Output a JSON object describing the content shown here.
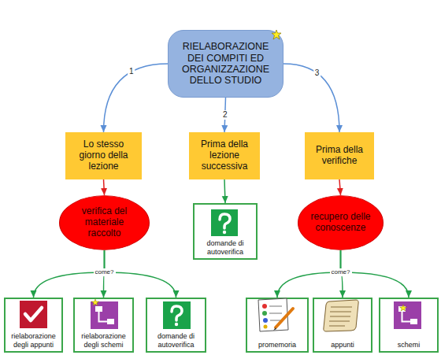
{
  "diagram": {
    "nodes": [
      {
        "text": [
          "RIELABORAZIONE DEI COMPITI ED ORGANIZZAZIONE DELLO STUDIO"
        ]
      },
      {
        "text": [
          "Lo stesso giorno della lezione"
        ]
      },
      {
        "text": [
          "Prima della lezione successiva"
        ]
      },
      {
        "text": [
          "Prima della verifiche"
        ]
      },
      {
        "text": [
          "verifica del materiale raccolto"
        ]
      },
      {
        "text": [
          "domande di autoverifica"
        ]
      },
      {
        "text": [
          "recupero delle conoscenze"
        ]
      },
      {
        "text": [
          "rielaborazione degli appunti"
        ]
      },
      {
        "text": [
          "rielaborazione degli schemi"
        ]
      },
      {
        "text": [
          "domande di autoverifica"
        ]
      },
      {
        "text": [
          "promemoria"
        ]
      },
      {
        "text": [
          "appunti"
        ]
      },
      {
        "text": [
          "schemi"
        ]
      }
    ],
    "edges": [
      {
        "from": 0,
        "to": 1,
        "label": "1",
        "arrow": "to"
      },
      {
        "from": 0,
        "to": 2,
        "label": "2",
        "arrow": "to"
      },
      {
        "from": 0,
        "to": 3,
        "label": "3",
        "arrow": "to"
      },
      {
        "from": 1,
        "to": 4,
        "arrow": "to"
      },
      {
        "from": 2,
        "to": 5,
        "arrow": "to"
      },
      {
        "from": 3,
        "to": 6,
        "arrow": "to"
      },
      {
        "from": 4,
        "to": 7,
        "arrow": "to"
      },
      {
        "from": 4,
        "to": 8,
        "label": "come?",
        "arrow": "to"
      },
      {
        "from": 4,
        "to": 9,
        "arrow": "to"
      },
      {
        "from": 6,
        "to": 10,
        "arrow": "to"
      },
      {
        "from": 6,
        "to": 11,
        "label": "come?",
        "arrow": "to"
      },
      {
        "from": 6,
        "to": 12,
        "arrow": "to"
      }
    ]
  }
}
